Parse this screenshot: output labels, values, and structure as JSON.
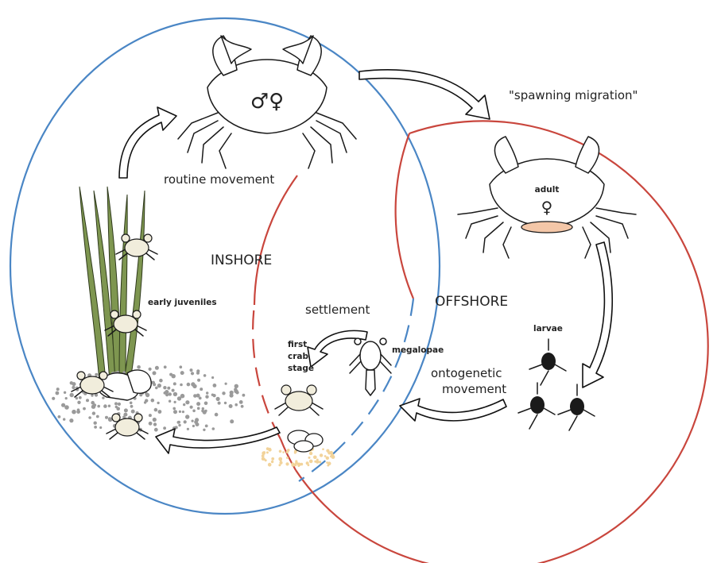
{
  "labels": {
    "routine_movement": "routine movement",
    "spawning_migration": "\"spawning migration\"",
    "inshore": "INSHORE",
    "offshore": "OFFSHORE",
    "early_juveniles": "early juveniles",
    "settlement": "settlement",
    "first_crab_stage": [
      "first",
      "crab",
      "stage"
    ],
    "megalopae": "megalopae",
    "ontogenetic_movement": [
      "ontogenetic",
      "movement"
    ],
    "larvae": "larvae",
    "adult": "adult",
    "male_female_symbol": "♂♀",
    "female_symbol": "♀"
  },
  "colors": {
    "inshore": "#4a86c5",
    "offshore": "#c9463d",
    "seagrass": "#7e9650",
    "gravel": "#9a9a9a",
    "sand": "#f2d39a",
    "egg_mass": "#f4c7a8",
    "juvenile_crab": "#f1eddc"
  }
}
